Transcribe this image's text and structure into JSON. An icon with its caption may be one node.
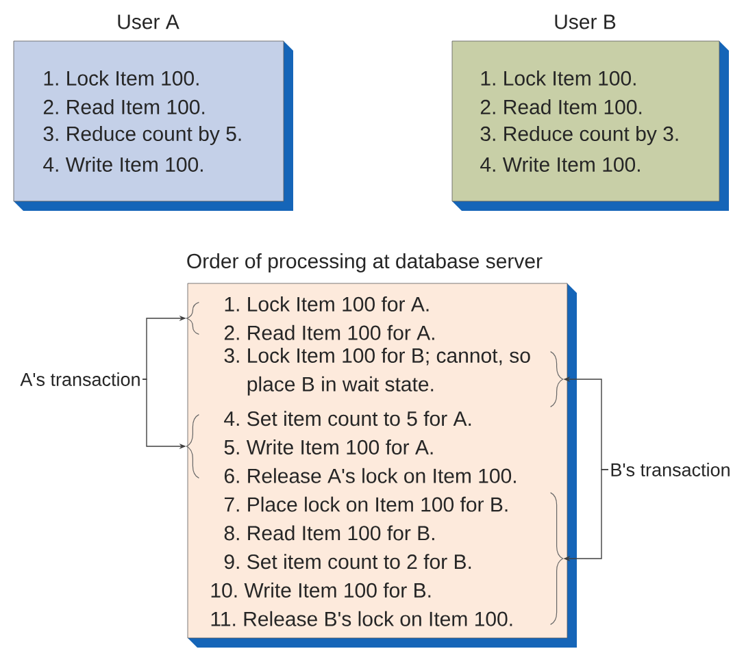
{
  "diagram": {
    "nodes": [
      {
        "text": [
          "User A",
          "1. Lock Item 100.",
          "2. Read Item 100.",
          "3. Reduce count by 5.",
          "4. Write Item 100."
        ]
      },
      {
        "text": [
          "User B",
          "1. Lock Item 100.",
          "2. Read Item 100.",
          "3. Reduce count by 3.",
          "4. Write Item 100."
        ]
      },
      {
        "text": [
          "Order of processing at database server",
          "1. Lock Item 100 for A.",
          "2. Read Item 100 for A.",
          "3. Lock Item 100 for B; cannot, so place B in wait state.",
          "4. Set item count to 5 for A.",
          "5. Write Item 100 for A.",
          "6. Release A's lock on Item 100.",
          "7. Place lock on Item 100 for B.",
          "8. Read Item 100 for B.",
          "9. Set item count to 2 for B.",
          "10. Write Item 100 for B.",
          "11. Release B's lock on Item 100."
        ]
      },
      {
        "text": [
          "A's transaction"
        ]
      },
      {
        "text": [
          "B's transaction"
        ]
      },
      {
        "text": [],
        "shape": "brace",
        "in": 2
      },
      {
        "text": [],
        "shape": "brace",
        "in": 2
      },
      {
        "text": [],
        "shape": "brace",
        "in": 2
      },
      {
        "text": [],
        "shape": "brace",
        "in": 2
      }
    ],
    "edges": [
      {
        "from": 3,
        "to": 5,
        "arrow": "to"
      },
      {
        "from": 3,
        "to": 6,
        "arrow": "to"
      },
      {
        "from": 4,
        "to": 7,
        "arrow": "to"
      },
      {
        "from": 4,
        "to": 8,
        "arrow": "to"
      }
    ]
  }
}
